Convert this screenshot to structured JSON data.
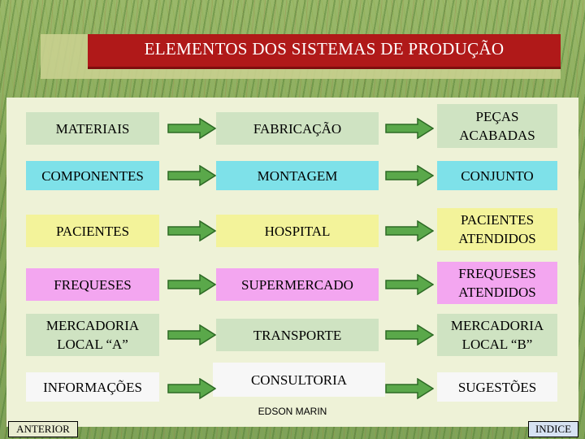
{
  "title": "ELEMENTOS DOS SISTEMAS DE PRODUÇÃO",
  "rows": [
    {
      "input": "MATERIAIS",
      "process": "FABRICAÇÃO",
      "output": "PEÇAS ACABADAS",
      "colors": {
        "input": "#cfe3c2",
        "process": "#cfe3c2",
        "output": "#cfe3c2"
      }
    },
    {
      "input": "COMPONENTES",
      "process": "MONTAGEM",
      "output": "CONJUNTO",
      "colors": {
        "input": "#7ee1e9",
        "process": "#7ee1e9",
        "output": "#7ee1e9"
      }
    },
    {
      "input": "PACIENTES",
      "process": "HOSPITAL",
      "output": "PACIENTES ATENDIDOS",
      "colors": {
        "input": "#f3f39a",
        "process": "#f3f39a",
        "output": "#f3f39a"
      }
    },
    {
      "input": "FREQUESES",
      "process": "SUPERMERCADO",
      "output": "FREQUESES ATENDIDOS",
      "colors": {
        "input": "#f3a6f0",
        "process": "#f3a6f0",
        "output": "#f3a6f0"
      }
    },
    {
      "input": "MERCADORIA LOCAL “A”",
      "process": "TRANSPORTE",
      "output": "MERCADORIA LOCAL “B”",
      "colors": {
        "input": "#cfe3c2",
        "process": "#cfe3c2",
        "output": "#cfe3c2"
      }
    },
    {
      "input": "INFORMAÇÕES",
      "process": "CONSULTORIA",
      "output": "SUGESTÕES",
      "colors": {
        "input": "#f7f7f7",
        "process": "#f7f7f7",
        "output": "#f7f7f7"
      }
    }
  ],
  "author": "EDSON MARIN",
  "nav": {
    "previous": "ANTERIOR",
    "index": "INDICE"
  },
  "theme": {
    "title_band": "#b01919",
    "arrow_fill": "#5aa84a",
    "arrow_stroke": "#2d6a25",
    "panel": "#eef2d7"
  }
}
